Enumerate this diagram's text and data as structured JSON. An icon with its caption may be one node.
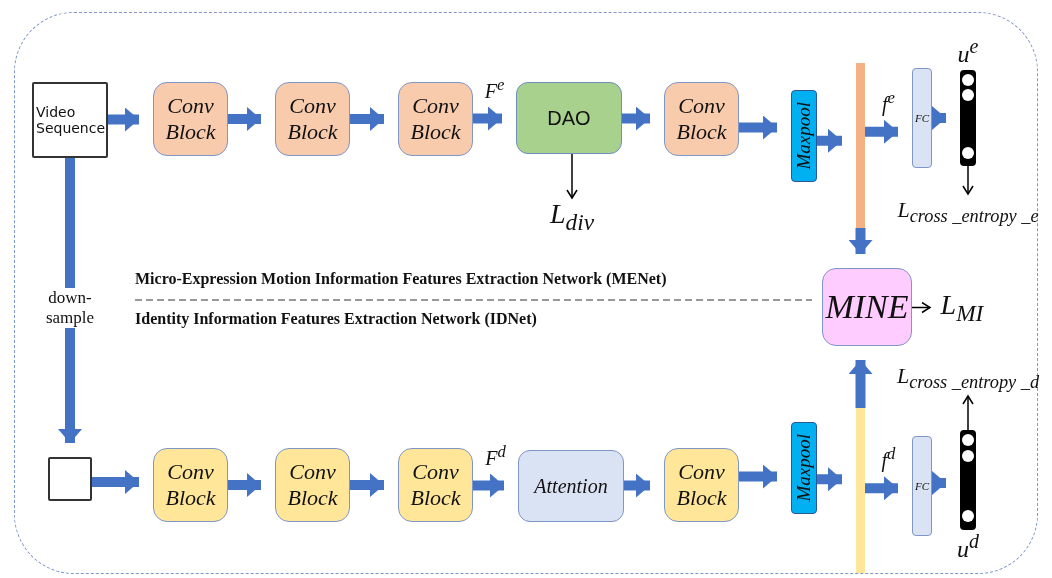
{
  "diagram": {
    "nodes": [
      {
        "text": [
          "Video Sequence"
        ]
      },
      {
        "text": [
          "Conv Block"
        ]
      },
      {
        "text": [
          "Conv Block"
        ]
      },
      {
        "text": [
          "Conv Block"
        ]
      },
      {
        "text": [
          "DAO"
        ]
      },
      {
        "text": [
          "Conv Block"
        ]
      },
      {
        "text": [
          "Maxpool"
        ]
      },
      {
        "text": [],
        "shape": "bar"
      },
      {
        "text": [
          "FC"
        ]
      },
      {
        "text": [],
        "shape": "bar",
        "beside": [
          "u$^{e}$"
        ]
      },
      {
        "text": [
          "L$_{div}$"
        ]
      },
      {
        "text": [
          "L$_{cross _entropy _e}$"
        ]
      },
      {
        "text": [
          "MINE"
        ]
      },
      {
        "text": [
          "L$_{MI}$"
        ]
      },
      {
        "text": [],
        "shape": "box"
      },
      {
        "text": [
          "Conv Block"
        ]
      },
      {
        "text": [
          "Conv Block"
        ]
      },
      {
        "text": [
          "Conv Block"
        ]
      },
      {
        "text": [
          "Attention"
        ]
      },
      {
        "text": [
          "Conv Block"
        ]
      },
      {
        "text": [
          "Maxpool"
        ]
      },
      {
        "text": [],
        "shape": "bar"
      },
      {
        "text": [
          "FC"
        ]
      },
      {
        "text": [],
        "shape": "bar",
        "beside": [
          "u$^{d}$"
        ]
      },
      {
        "text": [
          "L$_{cross _entropy _d}$"
        ]
      }
    ],
    "edges": [
      {
        "from": 0,
        "to": 1,
        "arrow": "to"
      },
      {
        "from": 1,
        "to": 2,
        "arrow": "to"
      },
      {
        "from": 2,
        "to": 3,
        "arrow": "to"
      },
      {
        "from": 3,
        "to": 4,
        "arrow": "to",
        "label": "F$^{e}$"
      },
      {
        "from": 4,
        "to": 5,
        "arrow": "to"
      },
      {
        "from": 5,
        "to": 6,
        "arrow": "to"
      },
      {
        "from": 6,
        "to": 7,
        "arrow": "to"
      },
      {
        "from": 7,
        "to": 8,
        "arrow": "to",
        "label": "f$^{e}$"
      },
      {
        "from": 8,
        "to": 9,
        "arrow": "to"
      },
      {
        "from": 4,
        "to": 10,
        "arrow": "to",
        "color": "#000000"
      },
      {
        "from": 9,
        "to": 11,
        "arrow": "to",
        "color": "#000000"
      },
      {
        "from": 7,
        "to": 12,
        "arrow": "to"
      },
      {
        "from": 12,
        "to": 13,
        "arrow": "to",
        "color": "#000000"
      },
      {
        "from": 0,
        "to": 14,
        "arrow": "to",
        "label": "down- sample"
      },
      {
        "from": 14,
        "to": 15,
        "arrow": "to"
      },
      {
        "from": 15,
        "to": 16,
        "arrow": "to"
      },
      {
        "from": 16,
        "to": 17,
        "arrow": "to"
      },
      {
        "from": 17,
        "to": 18,
        "arrow": "to",
        "label": "F$^{d}$"
      },
      {
        "from": 18,
        "to": 19,
        "arrow": "to"
      },
      {
        "from": 19,
        "to": 20,
        "arrow": "to"
      },
      {
        "from": 20,
        "to": 21,
        "arrow": "to"
      },
      {
        "from": 21,
        "to": 22,
        "arrow": "to",
        "label": "f$^{d}$"
      },
      {
        "from": 22,
        "to": 23,
        "arrow": "to"
      },
      {
        "from": 21,
        "to": 12,
        "arrow": "to"
      },
      {
        "from": 23,
        "to": 24,
        "arrow": "to",
        "color": "#000000"
      }
    ],
    "labels": [
      "Micro-Expression Motion Information Features Extraction Network (MENet)",
      "Identity Information Features Extraction Network (IDNet)"
    ]
  }
}
